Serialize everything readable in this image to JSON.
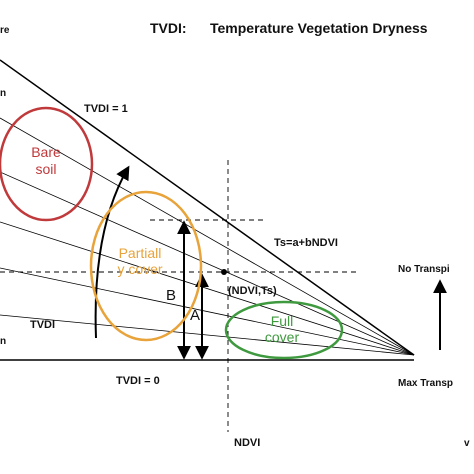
{
  "title": {
    "prefix": "TVDI:",
    "text": "Temperature Vegetation Dryness"
  },
  "labels": {
    "left_top_fragment": "re",
    "left_fragment_upper": "n",
    "left_fragment_lower": "n",
    "tvdi_one": "TVDI = 1",
    "tvdi_zero": "TVDI = 0",
    "tvdi_arrow": "TVDI",
    "regression": "Ts=a+bNDVI",
    "point": "(NDVI,Ts)",
    "no_transpiration": "No Transpi",
    "max_transpiration": "Max Transp",
    "ndvi_axis": "NDVI",
    "right_bottom_fragment": "v",
    "distance_a": "A",
    "distance_b": "B"
  },
  "regions": {
    "bare_soil": {
      "line1": "Bare",
      "line2": "soil",
      "color": "#c0393b"
    },
    "partial_cover": {
      "line1": "Partiall",
      "line2": "y cover",
      "color": "#e8a33a"
    },
    "full_cover": {
      "line1": "Full",
      "line2": "cover",
      "color": "#3f9a3f"
    }
  }
}
